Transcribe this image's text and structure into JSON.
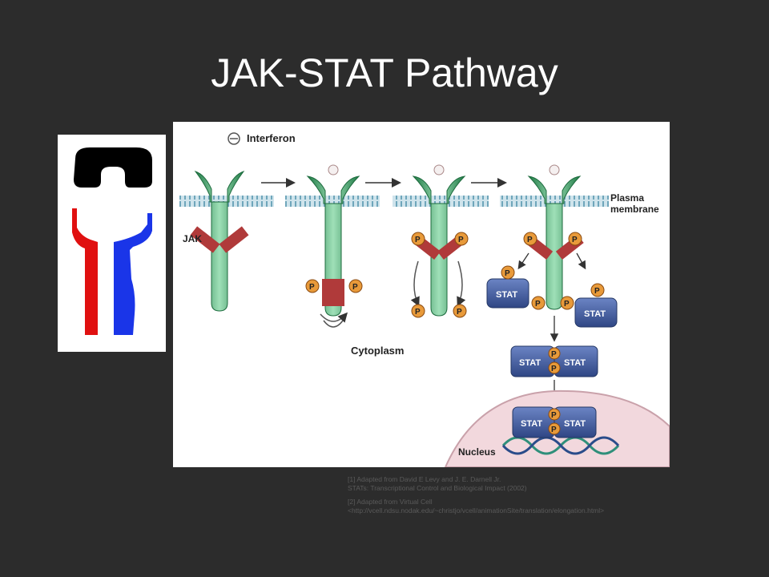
{
  "slide": {
    "title": "JAK-STAT Pathway"
  },
  "diagram": {
    "legend_interferon": "Interferon",
    "label_jak": "JAK",
    "label_plasma": "Plasma",
    "label_membrane": "membrane",
    "label_cytoplasm": "Cytoplasm",
    "label_nucleus": "Nucleus",
    "label_stat": "STAT",
    "label_p": "P"
  },
  "references": [
    {
      "lines": [
        "[1] Adapted from David E Levy and J. E. Darnell Jr.",
        "STATs: Transcriptional Control and Biological Impact (2002)"
      ]
    },
    {
      "lines": [
        "[2] Adapted from Virtual Cell",
        "<http://vcell.ndsu.nodak.edu/~christjo/vcell/animationSite/translation/elongation.html>"
      ]
    }
  ],
  "colors": {
    "background": "#2c2c2c",
    "receptor_green": "#2e9a5e",
    "jak_red": "#b03a3a",
    "stat_blue": "#3f5a9c",
    "phosphate_orange": "#e89a3a",
    "membrane_blue": "#9fc7d6",
    "nucleus_pink": "#f2d8dd"
  }
}
